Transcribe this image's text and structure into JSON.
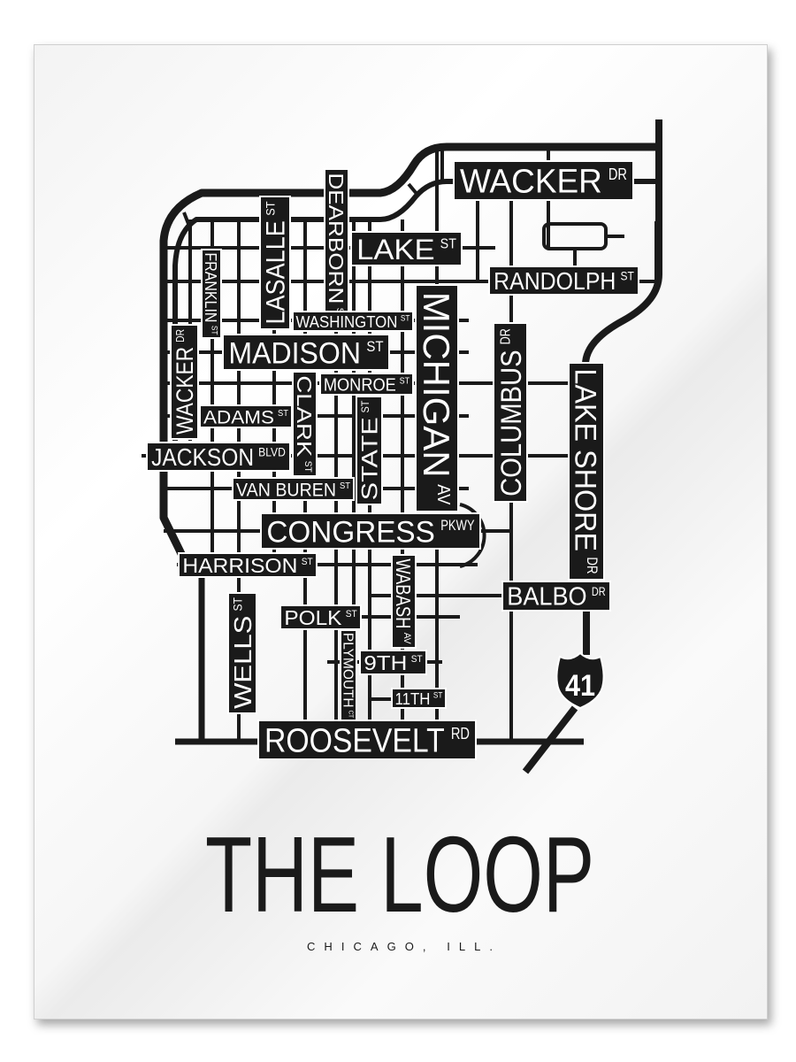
{
  "poster": {
    "title": "THE LOOP",
    "subtitle": "CHICAGO, ILL.",
    "route_shield": "41",
    "ink_color": "#1a1a1a",
    "paper_color": "#ffffff"
  },
  "streets": [
    {
      "main": "WACKER",
      "suffix": "DR"
    },
    {
      "main": "LAKE",
      "suffix": "ST"
    },
    {
      "main": "RANDOLPH",
      "suffix": "ST"
    },
    {
      "main": "LASALLE",
      "suffix": "ST"
    },
    {
      "main": "DEARBORN",
      "suffix": "ST"
    },
    {
      "main": "FRANKLIN",
      "suffix": "ST"
    },
    {
      "main": "WACKER",
      "suffix": "DR"
    },
    {
      "main": "MICHIGAN",
      "suffix": "AV"
    },
    {
      "main": "WASHINGTON",
      "suffix": "ST"
    },
    {
      "main": "MADISON",
      "suffix": "ST"
    },
    {
      "main": "MONROE",
      "suffix": "ST"
    },
    {
      "main": "ADAMS",
      "suffix": "ST"
    },
    {
      "main": "CLARK",
      "suffix": "ST"
    },
    {
      "main": "STATE",
      "suffix": "ST"
    },
    {
      "main": "JACKSON",
      "suffix": "BLVD"
    },
    {
      "main": "COLUMBUS",
      "suffix": "DR"
    },
    {
      "main": "LAKE SHORE",
      "suffix": "DR"
    },
    {
      "main": "VAN BUREN",
      "suffix": "ST"
    },
    {
      "main": "CONGRESS",
      "suffix": "PKWY"
    },
    {
      "main": "HARRISON",
      "suffix": "ST"
    },
    {
      "main": "WABASH",
      "suffix": "AV"
    },
    {
      "main": "BALBO",
      "suffix": "DR"
    },
    {
      "main": "WELLS",
      "suffix": "ST"
    },
    {
      "main": "POLK",
      "suffix": "ST"
    },
    {
      "main": "PLYMOUTH",
      "suffix": "CT"
    },
    {
      "main": "9TH",
      "suffix": "ST"
    },
    {
      "main": "11TH",
      "suffix": "ST"
    },
    {
      "main": "ROOSEVELT",
      "suffix": "RD"
    }
  ]
}
